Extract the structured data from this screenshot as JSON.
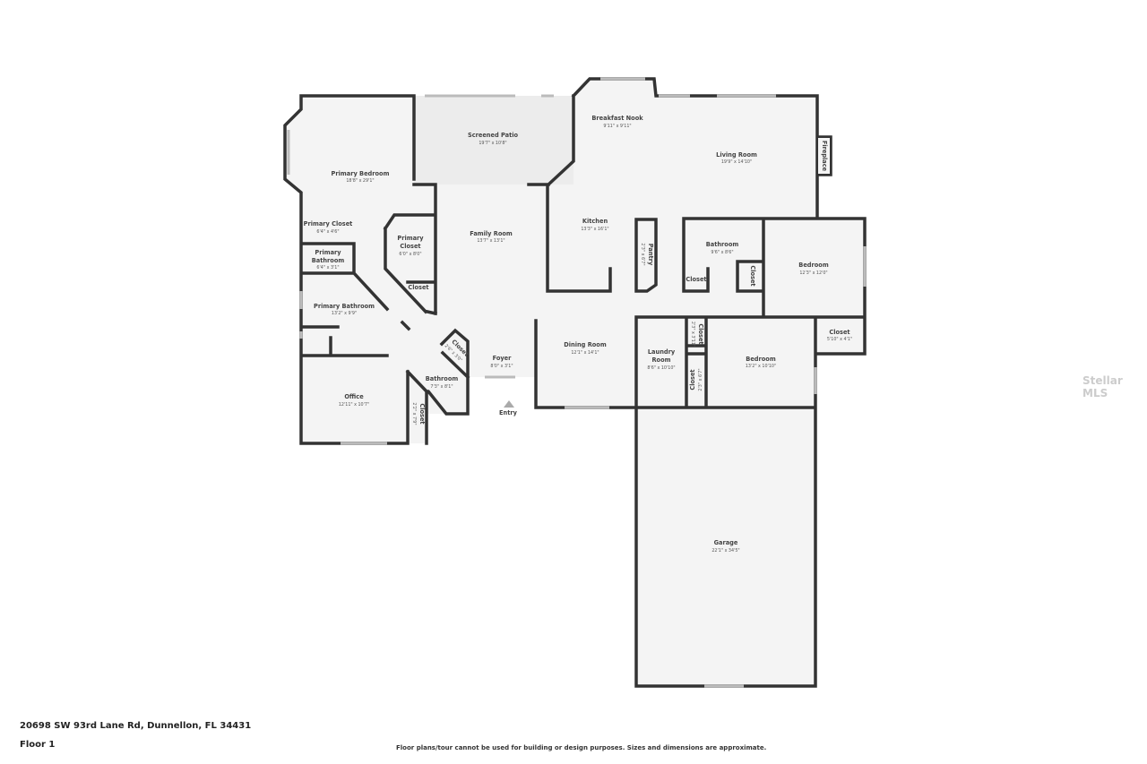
{
  "address": "20698 SW 93rd Lane Rd, Dunnellon, FL 34431",
  "floor_label": "Floor 1",
  "disclaimer": "Floor plans/tour cannot be used for building or design purposes. Sizes and dimensions are approximate.",
  "watermark": "Stellar MLS",
  "entry_label": "Entry",
  "rooms": {
    "primary_bedroom": {
      "name": "Primary Bedroom",
      "dims": "18'8\" x 29'1\""
    },
    "screened_patio": {
      "name": "Screened Patio",
      "dims": "19'7\" x 10'8\""
    },
    "breakfast_nook": {
      "name": "Breakfast Nook",
      "dims": "9'11\" x 9'11\""
    },
    "living_room": {
      "name": "Living Room",
      "dims": "19'9\" x 14'10\""
    },
    "fireplace": {
      "name": "Fireplace"
    },
    "primary_closet_1": {
      "name": "Primary Closet",
      "dims": "6'4\" x 4'6\""
    },
    "primary_bathroom_small": {
      "name1": "Primary",
      "name2": "Bathroom",
      "dims": "6'4\" x 3'1\""
    },
    "primary_closet_2": {
      "name1": "Primary",
      "name2": "Closet",
      "dims": "6'0\" x 8'0\""
    },
    "closet_pc": {
      "name": "Closet"
    },
    "primary_bathroom": {
      "name": "Primary Bathroom",
      "dims": "13'2\" x 9'9\""
    },
    "family_room": {
      "name": "Family Room",
      "dims": "13'7\" x 13'1\""
    },
    "kitchen": {
      "name": "Kitchen",
      "dims": "13'3\" x 16'1\""
    },
    "pantry": {
      "name": "Pantry",
      "dims": "2'3\" x 6'7\""
    },
    "bathroom_2": {
      "name": "Bathroom",
      "dims": "9'6\" x 8'6\""
    },
    "closet_b2a": {
      "name": "Closet"
    },
    "closet_b2b": {
      "name": "Closet"
    },
    "bedroom_1": {
      "name": "Bedroom",
      "dims": "12'3\" x 12'0\""
    },
    "closet_bed1": {
      "name": "Closet",
      "dims": "5'10\" x 4'1\""
    },
    "office": {
      "name": "Office",
      "dims": "12'11\" x 10'7\""
    },
    "closet_office": {
      "name": "Closet",
      "dims": "2'2\" x 7'9\""
    },
    "closet_foyer": {
      "name": "Closet",
      "dims": "2'6\" x 3'0\""
    },
    "bathroom_1": {
      "name": "Bathroom",
      "dims": "7'3\" x 8'1\""
    },
    "foyer": {
      "name": "Foyer",
      "dims": "8'0\" x 3'1\""
    },
    "dining_room": {
      "name": "Dining Room",
      "dims": "12'1\" x 14'1\""
    },
    "laundry_room": {
      "name1": "Laundry",
      "name2": "Room",
      "dims": "8'6\" x 10'10\""
    },
    "closet_l1": {
      "name": "Closet",
      "dims": "2'3\" x 3'11\""
    },
    "closet_l2": {
      "name": "Closet",
      "dims": "2'3\" x 6'7\""
    },
    "bedroom_2": {
      "name": "Bedroom",
      "dims": "13'2\" x 10'10\""
    },
    "garage": {
      "name": "Garage",
      "dims": "22'1\" x 34'5\""
    }
  }
}
